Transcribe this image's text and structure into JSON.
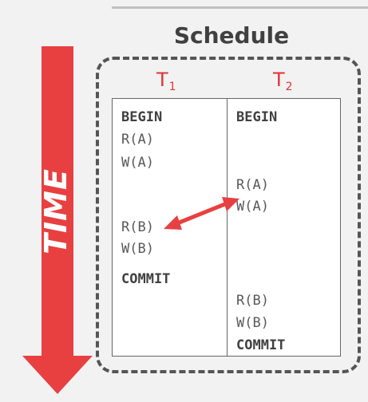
{
  "title": "Schedule",
  "time_label": "TIME",
  "colors": {
    "accent": "#e84040",
    "text": "#404040",
    "border": "#555555"
  },
  "transactions": [
    {
      "label": "T",
      "sub": "1"
    },
    {
      "label": "T",
      "sub": "2"
    }
  ],
  "t1_ops": [
    "BEGIN",
    "R(A)",
    "W(A)",
    "R(B)",
    "W(B)",
    "COMMIT"
  ],
  "t2_ops": [
    "BEGIN",
    "R(A)",
    "W(A)",
    "R(B)",
    "W(B)",
    "COMMIT"
  ]
}
